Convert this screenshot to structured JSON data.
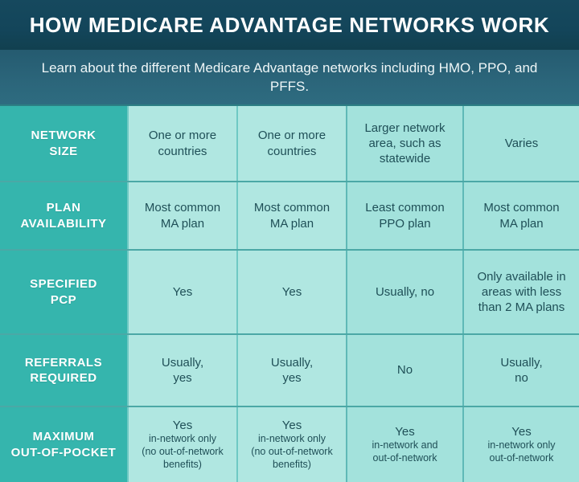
{
  "header": {
    "title": "HOW MEDICARE ADVANTAGE NETWORKS WORK",
    "subtitle": "Learn about the different Medicare Advantage networks including HMO, PPO, and PFFS."
  },
  "colors": {
    "title_bar": "#13455a",
    "subtitle_bar": "#2b657a",
    "label_column": "#35b5ad",
    "data_column_light": "#b0e7e1",
    "data_column_dark": "#a3e2dc",
    "data_text": "#1f4f57",
    "grid_line": "#4ba8a6"
  },
  "table": {
    "rows": [
      {
        "label": "NETWORK\nSIZE",
        "cells": [
          "One or more\ncountries",
          "One or more\ncountries",
          "Larger network\narea, such as\nstatewide",
          "Varies"
        ]
      },
      {
        "label": "PLAN\nAVAILABILITY",
        "cells": [
          "Most common\nMA plan",
          "Most common\nMA plan",
          "Least common\nPPO plan",
          "Most common\nMA plan"
        ]
      },
      {
        "label": "SPECIFIED\nPCP",
        "cells": [
          "Yes",
          "Yes",
          "Usually, no",
          "Only available in\nareas with less\nthan 2 MA plans"
        ]
      },
      {
        "label": "REFERRALS\nREQUIRED",
        "cells": [
          "Usually,\nyes",
          "Usually,\nyes",
          "No",
          "Usually,\nno"
        ]
      },
      {
        "label": "MAXIMUM\nOUT-OF-POCKET",
        "cells_stacked": [
          {
            "big": "Yes",
            "small": "in-network only\n(no out-of-network\nbenefits)"
          },
          {
            "big": "Yes",
            "small": "in-network only\n(no out-of-network\nbenefits)"
          },
          {
            "big": "Yes",
            "small": "in-network and\nout-of-network"
          },
          {
            "big": "Yes",
            "small": "in-network only\nout-of-network"
          }
        ]
      }
    ]
  }
}
